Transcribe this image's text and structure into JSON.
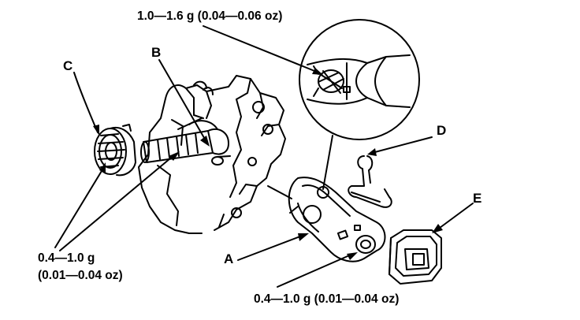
{
  "callouts": {
    "a": "A",
    "b": "B",
    "c": "C",
    "d": "D",
    "e": "E"
  },
  "grease_specs": {
    "fork_tip": "1.0—1.6 g (0.04—0.06 oz)",
    "bearing_line1": "0.4—1.0 g",
    "bearing_line2": "(0.01—0.04 oz)",
    "pivot": "0.4—1.0 g (0.01—0.04 oz)"
  }
}
